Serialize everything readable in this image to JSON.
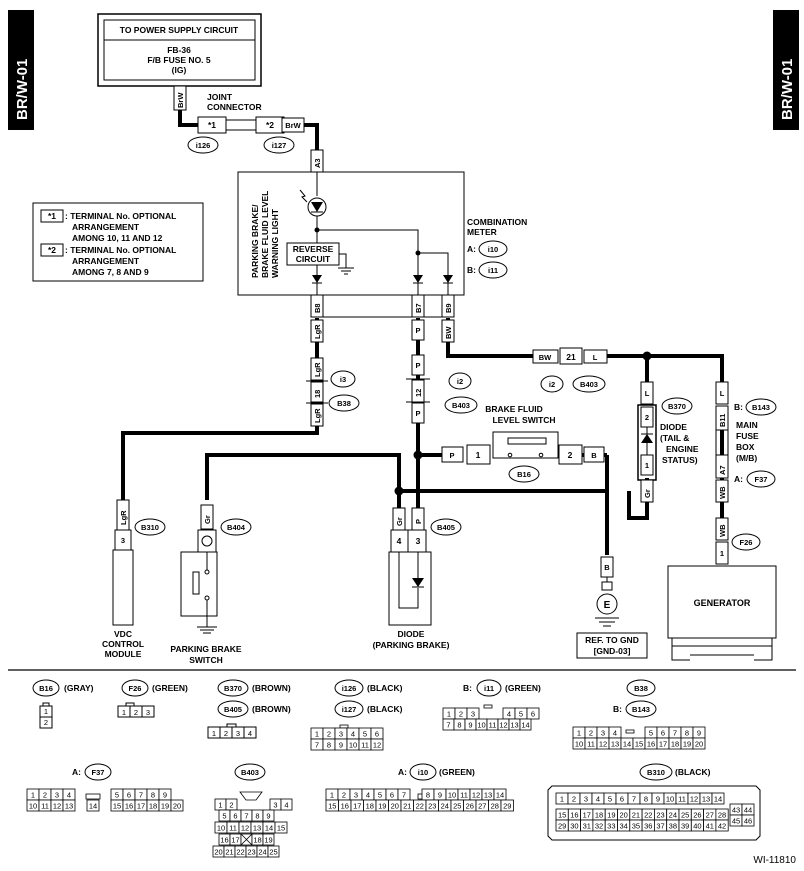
{
  "side_tabs": {
    "left": "BR/W-01",
    "right": "BR/W-01"
  },
  "power_supply": {
    "header": "TO POWER SUPPLY CIRCUIT",
    "line1": "FB-36",
    "line2": "F/B FUSE NO. 5",
    "line3": "(IG)"
  },
  "joint_connector": {
    "label1": "JOINT",
    "label2": "CONNECTOR",
    "pin1": "*1",
    "pin2": "*2",
    "conn1": "i126",
    "conn2": "i127",
    "wire": "BrW"
  },
  "legend": {
    "line1_tag": "*1",
    "line1_a": ": TERMINAL No. OPTIONAL",
    "line1_b": "ARRANGEMENT",
    "line1_c": "AMONG 10, 11 AND 12",
    "line2_tag": "*2",
    "line2_a": ": TERMINAL No. OPTIONAL",
    "line2_b": "ARRANGEMENT",
    "line2_c": "AMONG 7, 8 AND 9"
  },
  "combination_meter": {
    "label1": "COMBINATION",
    "label2": "METER",
    "a_label": "A:",
    "a_conn": "i10",
    "b_label": "B:",
    "b_conn": "i11",
    "lamp_label1": "PARKING BRAKE/",
    "lamp_label2": "BRAKE FLUID LEVEL",
    "lamp_label3": "WARNING LIGHT",
    "reverse1": "REVERSE",
    "reverse2": "CIRCUIT",
    "pin_a3": "A3",
    "pin_b8": "B8",
    "pin_b7": "B7",
    "pin_b9": "B9"
  },
  "wires": {
    "lgr": "LgR",
    "p": "P",
    "bw": "BW",
    "l": "L",
    "gr": "Gr",
    "wb": "WB",
    "b": "B",
    "brw": "BrW"
  },
  "connectors": {
    "i3": "i3",
    "b38": "B38",
    "pin18": "18",
    "i2": "i2",
    "b403": "B403",
    "pin12": "12",
    "pin21": "21",
    "b370": "B370",
    "b143": "B143",
    "b143_prefix": "B:",
    "b11": "B11",
    "a7": "A7",
    "f37": "F37",
    "f37_prefix": "A:",
    "f26": "F26",
    "b16": "B16",
    "b310": "B310",
    "b404": "B404",
    "b405": "B405",
    "pin1": "1",
    "pin2": "2",
    "pin3": "3",
    "pin4": "4"
  },
  "components": {
    "brake_fluid1": "BRAKE FLUID",
    "brake_fluid2": "LEVEL SWITCH",
    "diode_tail1": "DIODE",
    "diode_tail2": "(TAIL &",
    "diode_tail3": "ENGINE",
    "diode_tail4": "STATUS)",
    "fuse_box1": "MAIN",
    "fuse_box2": "FUSE",
    "fuse_box3": "BOX",
    "fuse_box4": "(M/B)",
    "generator": "GENERATOR",
    "vdc1": "VDC",
    "vdc2": "CONTROL",
    "vdc3": "MODULE",
    "pbs1": "PARKING BRAKE",
    "pbs2": "SWITCH",
    "diode_pb1": "DIODE",
    "diode_pb2": "(PARKING BRAKE)",
    "gnd_symbol": "E",
    "gnd1": "REF. TO GND",
    "gnd2": "[GND-03]"
  },
  "connector_views": {
    "b16": {
      "name": "B16",
      "color": "(GRAY)"
    },
    "f26": {
      "name": "F26",
      "color": "(GREEN)"
    },
    "b370": {
      "name": "B370",
      "color": "(BROWN)"
    },
    "b405": {
      "name": "B405",
      "color": "(BROWN)"
    },
    "i126": {
      "name": "i126",
      "color": "(BLACK)"
    },
    "i127": {
      "name": "i127",
      "color": "(BLACK)"
    },
    "i11": {
      "prefix": "B:",
      "name": "i11",
      "color": "(GREEN)"
    },
    "b38": {
      "name": "B38"
    },
    "b143": {
      "prefix": "B:",
      "name": "B143"
    },
    "f37": {
      "prefix": "A:",
      "name": "F37"
    },
    "b403": {
      "name": "B403"
    },
    "i10": {
      "prefix": "A:",
      "name": "i10",
      "color": "(GREEN)"
    },
    "b310": {
      "name": "B310",
      "color": "(BLACK)"
    }
  },
  "footer_code": "WI-11810"
}
